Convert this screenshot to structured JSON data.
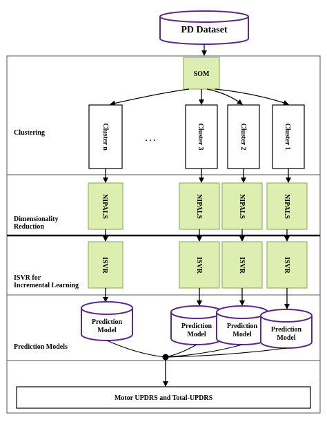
{
  "dataset": {
    "label": "PD Dataset"
  },
  "som": {
    "label": "SOM"
  },
  "stages": {
    "clustering": "Clustering",
    "dimensionality_line1": "Dimensionality",
    "dimensionality_line2": "Reduction",
    "isvr_line1": "ISVR for",
    "isvr_line2": "Incremental Learning",
    "prediction_models": "Prediction Models"
  },
  "clusters": [
    "Cluster n",
    "Cluster 3",
    "Cluster 2",
    "Cluster 1"
  ],
  "ellipsis": ". . .",
  "nipals_label": "NIPALS",
  "isvr_label": "ISVR",
  "model_line1": "Prediction",
  "model_line2": "Model",
  "output": {
    "label": "Motor UPDRS and Total-UPDRS"
  },
  "colors": {
    "green_fill": "#dcefb0",
    "green_stroke": "#9fb86a",
    "purple_stroke": "#5b2a86",
    "line": "#000000"
  }
}
